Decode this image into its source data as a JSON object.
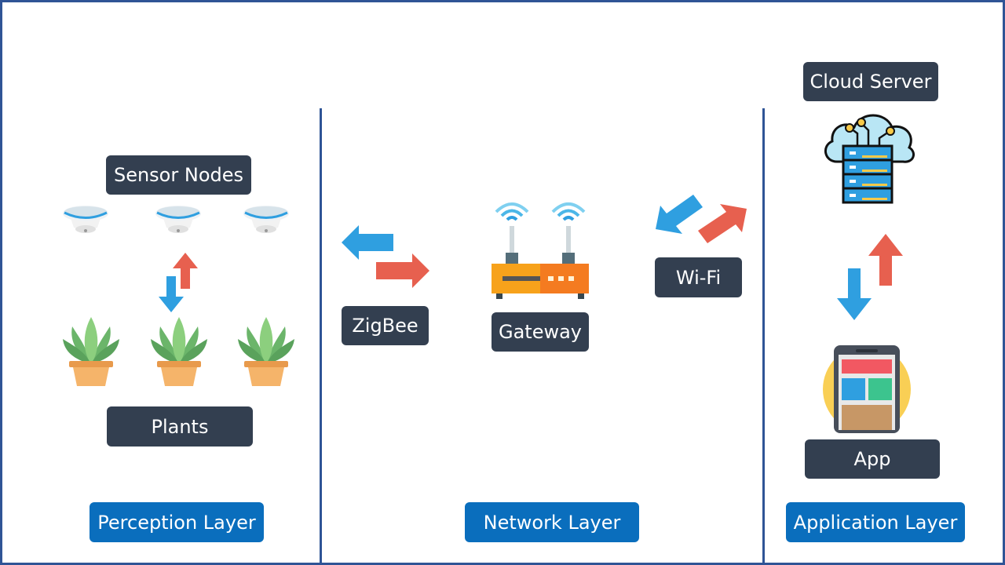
{
  "labels": {
    "sensor_nodes": "Sensor Nodes",
    "plants": "Plants",
    "zigbee": "ZigBee",
    "gateway": "Gateway",
    "wifi": "Wi-Fi",
    "cloud_server": "Cloud Server",
    "app": "App"
  },
  "layers": {
    "perception": "Perception Layer",
    "network": "Network Layer",
    "application": "Application Layer"
  },
  "colors": {
    "frame": "#2f5496",
    "label_bg": "#333f50",
    "layer_bg": "#0a6ebd",
    "arrow_blue": "#2f9fe0",
    "arrow_red": "#e7604f"
  },
  "icons": {
    "sensor": "smoke-sensor-icon",
    "plant": "potted-plant-icon",
    "router": "router-icon",
    "cloud": "cloud-server-icon",
    "phone": "mobile-app-icon"
  }
}
